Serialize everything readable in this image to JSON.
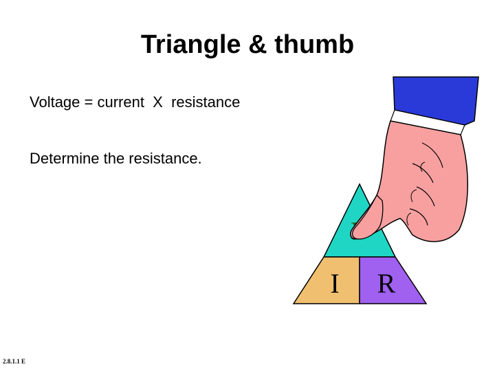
{
  "slide": {
    "title": "Triangle & thumb",
    "lines": [
      "Voltage = current  X  resistance",
      "Determine the resistance."
    ],
    "footer_code": "2.8.1.1 E"
  },
  "triangle": {
    "top_label": "V",
    "bottom_left_label": "I",
    "bottom_right_label": "R",
    "colors": {
      "top": "#1fd6c4",
      "left": "#f0c070",
      "right": "#a060f0",
      "outline": "#000000"
    }
  },
  "hand": {
    "icon": "pointing-hand-icon",
    "colors": {
      "skin": "#f8a0a0",
      "sleeve": "#2a3ad8",
      "cuff": "#ffffff"
    }
  }
}
